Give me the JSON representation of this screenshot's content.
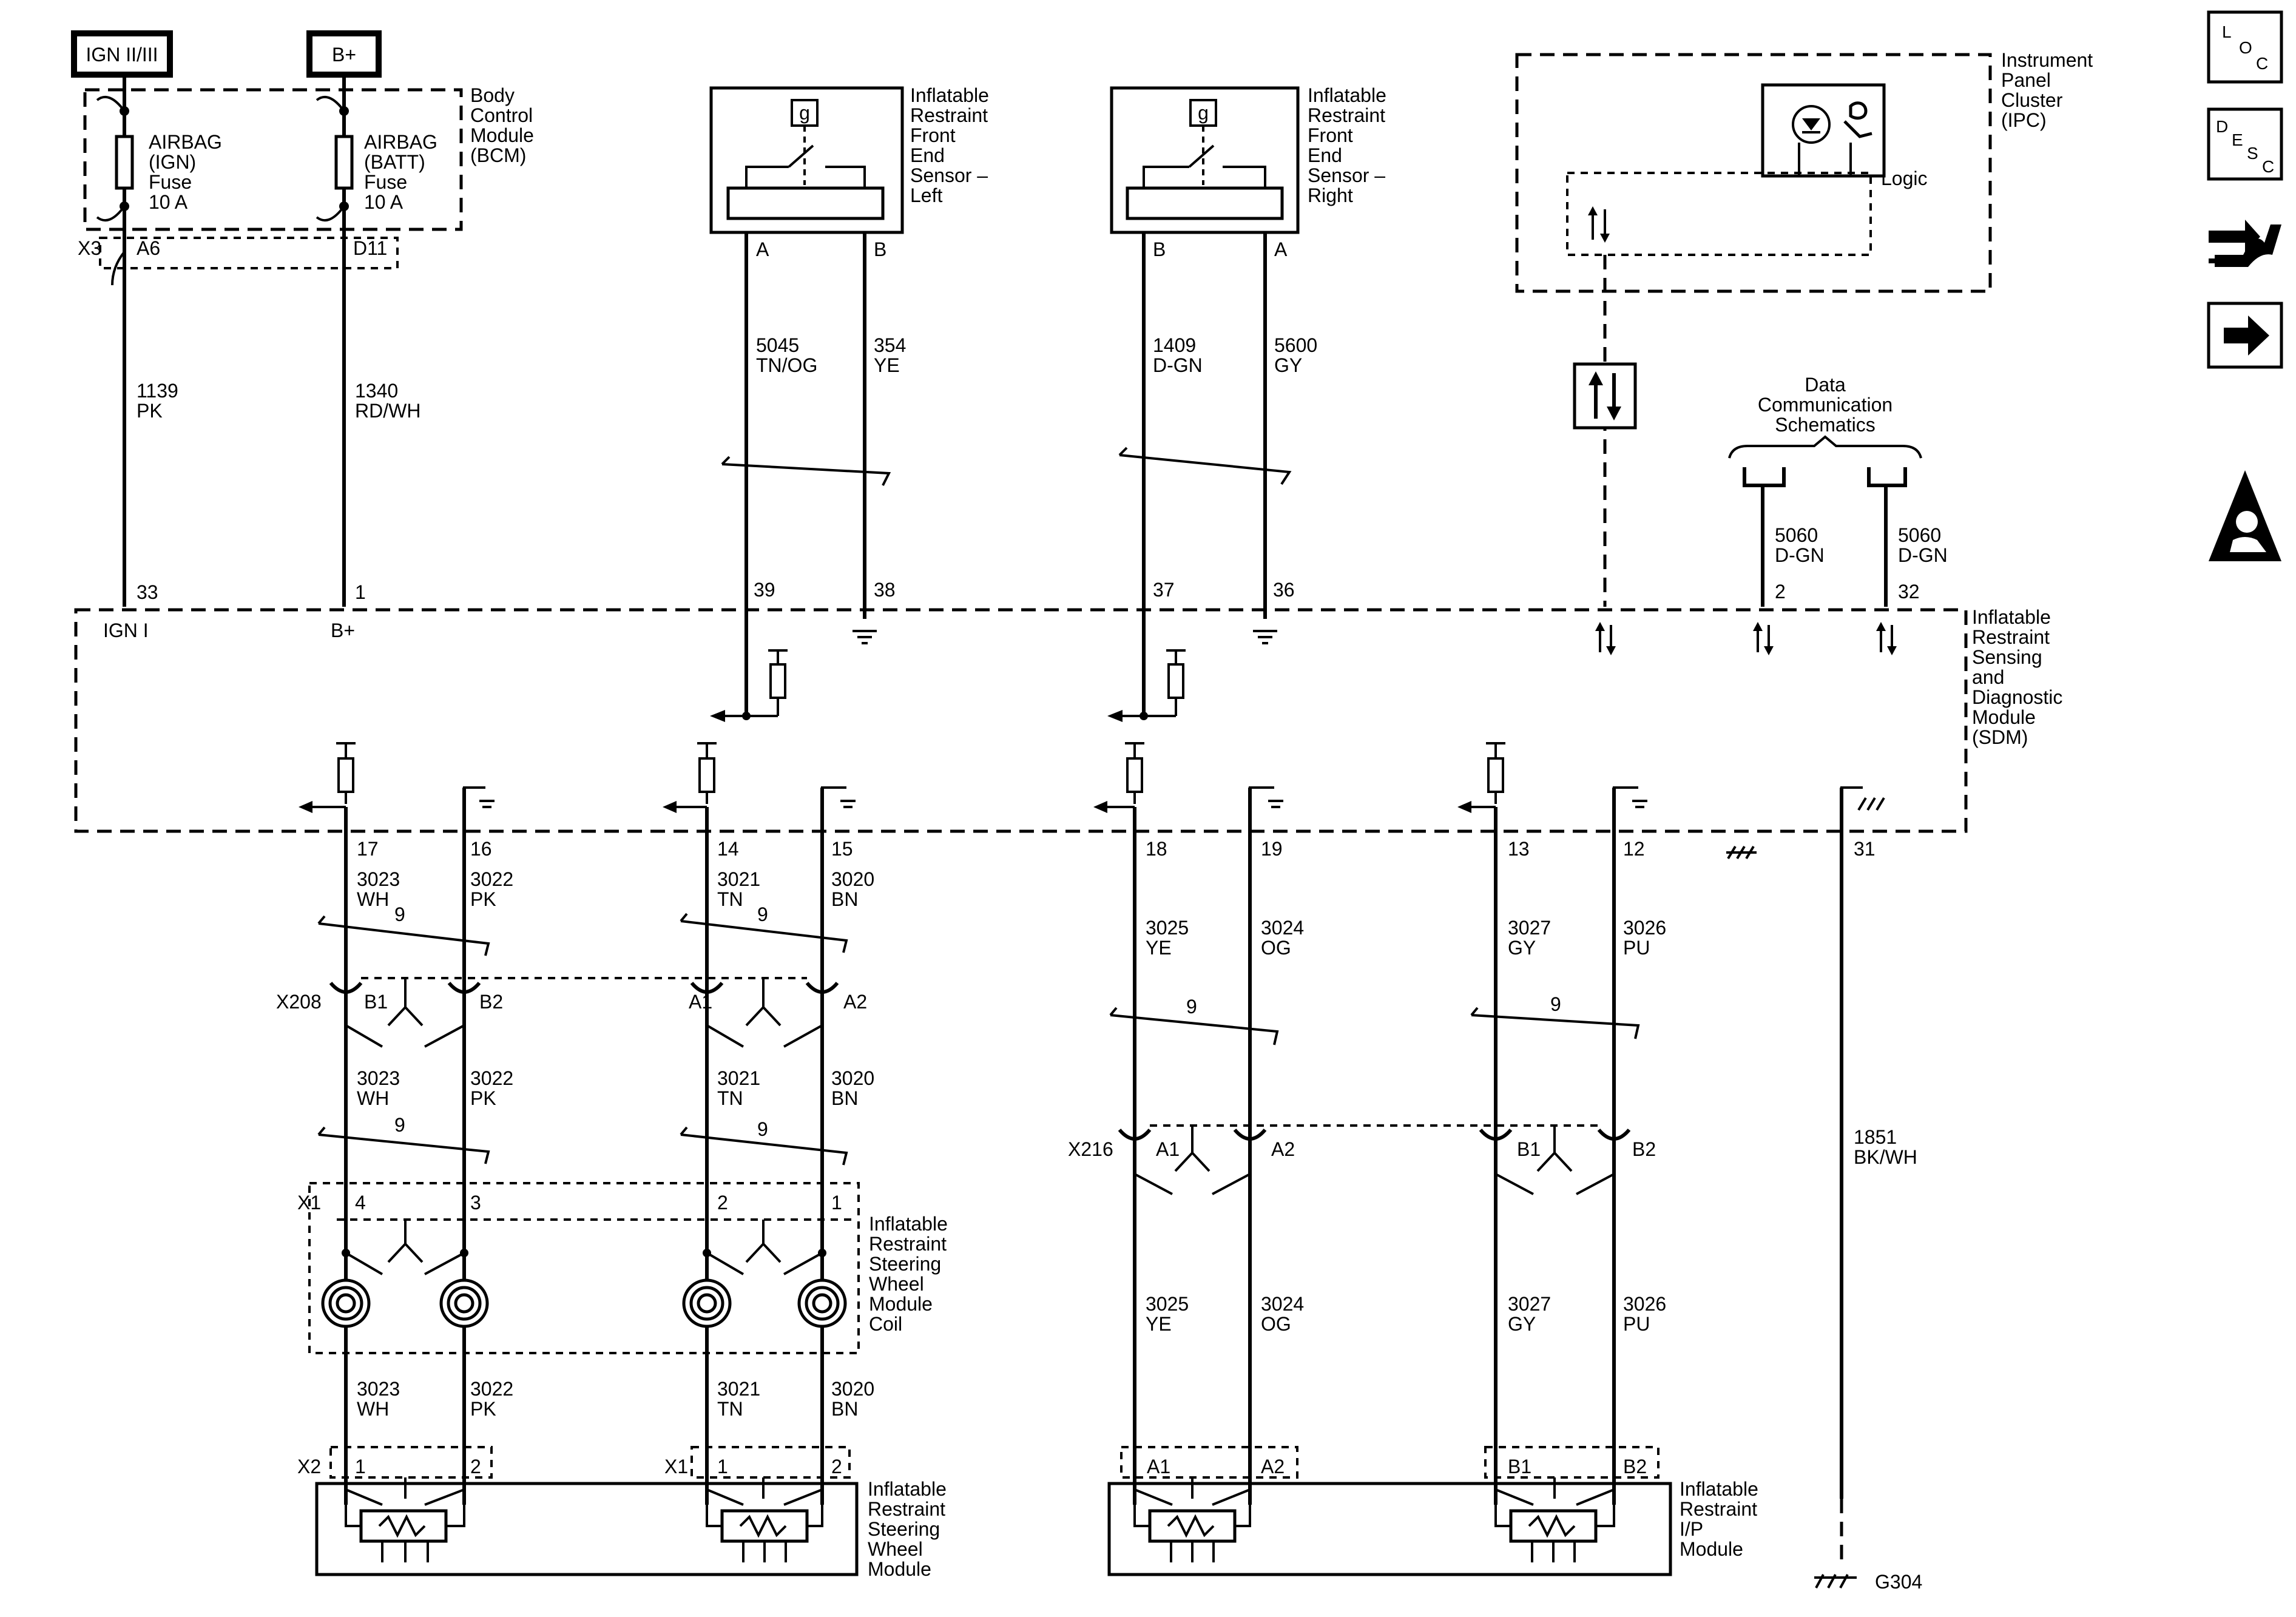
{
  "power": {
    "ign_label": "IGN II/III",
    "batt_label": "B+"
  },
  "bcm": {
    "title": [
      "Body",
      "Control",
      "Module",
      "(BCM)"
    ],
    "fuse_ign": [
      "AIRBAG",
      "(IGN)",
      "Fuse",
      "10 A"
    ],
    "fuse_batt": [
      "AIRBAG",
      "(BATT)",
      "Fuse",
      "10 A"
    ],
    "connector": "X3",
    "pin_ign": "A6",
    "pin_batt": "D11"
  },
  "wires_top": {
    "ign_circuit": "1139",
    "ign_color": "PK",
    "batt_circuit": "1340",
    "batt_color": "RD/WH"
  },
  "sensor_left": {
    "title": [
      "Inflatable",
      "Restraint",
      "Front",
      "End",
      "Sensor –",
      "Left"
    ],
    "symbol": "g",
    "pin_a": "A",
    "pin_b": "B",
    "wire_a_circuit": "5045",
    "wire_a_color": "TN/OG",
    "wire_b_circuit": "354",
    "wire_b_color": "YE"
  },
  "sensor_right": {
    "title": [
      "Inflatable",
      "Restraint",
      "Front",
      "End",
      "Sensor –",
      "Right"
    ],
    "symbol": "g",
    "pin_b": "B",
    "pin_a": "A",
    "wire_b_circuit": "1409",
    "wire_b_color": "D-GN",
    "wire_a_circuit": "5600",
    "wire_a_color": "GY"
  },
  "ipc": {
    "title": [
      "Instrument",
      "Panel",
      "Cluster",
      "(IPC)"
    ],
    "logic": "Logic"
  },
  "data_comm": {
    "title": [
      "Data",
      "Communication",
      "Schematics"
    ],
    "wire1_circuit": "5060",
    "wire1_color": "D-GN",
    "wire1_pin": "2",
    "wire2_circuit": "5060",
    "wire2_color": "D-GN",
    "wire2_pin": "32"
  },
  "sdm": {
    "title": [
      "Inflatable",
      "Restraint",
      "Sensing",
      "and",
      "Diagnostic",
      "Module",
      "(SDM)"
    ],
    "pin_33": "33",
    "pin_33_name": "IGN I",
    "pin_1": "1",
    "pin_1_name": "B+",
    "pin_39": "39",
    "pin_38": "38",
    "pin_37": "37",
    "pin_36": "36",
    "bottom_pins": [
      "17",
      "16",
      "14",
      "15",
      "18",
      "19",
      "13",
      "12",
      "31"
    ]
  },
  "steering_wires": {
    "w3023": "3023",
    "c3023": "WH",
    "w3022": "3022",
    "c3022": "PK",
    "w3021": "3021",
    "c3021": "TN",
    "w3020": "3020",
    "c3020": "BN",
    "twist": "9"
  },
  "ip_wires": {
    "w3025": "3025",
    "c3025": "YE",
    "w3024": "3024",
    "c3024": "OG",
    "w3027": "3027",
    "c3027": "GY",
    "w3026": "3026",
    "c3026": "PU",
    "twist": "9"
  },
  "x208": {
    "name": "X208",
    "pins": [
      "B1",
      "B2",
      "A1",
      "A2"
    ]
  },
  "x216": {
    "name": "X216",
    "pins": [
      "A1",
      "A2",
      "B1",
      "B2"
    ]
  },
  "coil": {
    "title": [
      "Inflatable",
      "Restraint",
      "Steering",
      "Wheel",
      "Module",
      "Coil"
    ],
    "connector": "X1",
    "pins": [
      "4",
      "3",
      "2",
      "1"
    ]
  },
  "steering_module": {
    "title": [
      "Inflatable",
      "Restraint",
      "Steering",
      "Wheel",
      "Module"
    ],
    "conn_left": "X2",
    "conn_left_pins": [
      "1",
      "2"
    ],
    "conn_right": "X1",
    "conn_right_pins": [
      "1",
      "2"
    ]
  },
  "ip_module": {
    "title": [
      "Inflatable",
      "Restraint",
      "I/P",
      "Module"
    ],
    "pins_left": [
      "A1",
      "A2"
    ],
    "pins_right": [
      "B1",
      "B2"
    ]
  },
  "ground": {
    "circuit": "1851",
    "color": "BK/WH",
    "name": "G304"
  },
  "side_icons": {
    "loc": [
      "L",
      "O",
      "C"
    ],
    "desc": [
      "D",
      "E",
      "S",
      "C"
    ]
  }
}
